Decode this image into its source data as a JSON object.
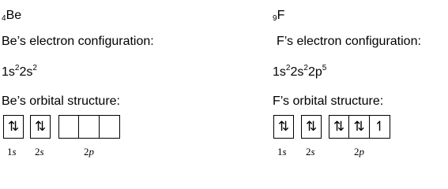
{
  "left": {
    "atomic_number": "4",
    "element_symbol": "Be",
    "config_label": "Be’s electron configuration:",
    "config": [
      {
        "base": "1s",
        "sup": "2"
      },
      {
        "base": "2s",
        "sup": "2"
      }
    ],
    "orbital_label": "Be’s orbital structure:",
    "boxes": {
      "s1": "⇅",
      "s2": "⇅",
      "p": [
        "",
        "",
        ""
      ]
    },
    "sublevels": [
      {
        "n": "1",
        "l": "s"
      },
      {
        "n": "2",
        "l": "s"
      },
      {
        "n": "2",
        "l": "p"
      }
    ]
  },
  "right": {
    "atomic_number": "9",
    "element_symbol": "F",
    "config_label": "F’s electron configuration:",
    "config": [
      {
        "base": "1s",
        "sup": "2"
      },
      {
        "base": "2s",
        "sup": "2"
      },
      {
        "base": "2p",
        "sup": "5"
      }
    ],
    "orbital_label": "F’s orbital structure:",
    "boxes": {
      "s1": "⇅",
      "s2": "⇅",
      "p": [
        "⇅",
        "⇅",
        "↿"
      ]
    },
    "sublevels": [
      {
        "n": "1",
        "l": "s"
      },
      {
        "n": "2",
        "l": "s"
      },
      {
        "n": "2",
        "l": "p"
      }
    ]
  }
}
